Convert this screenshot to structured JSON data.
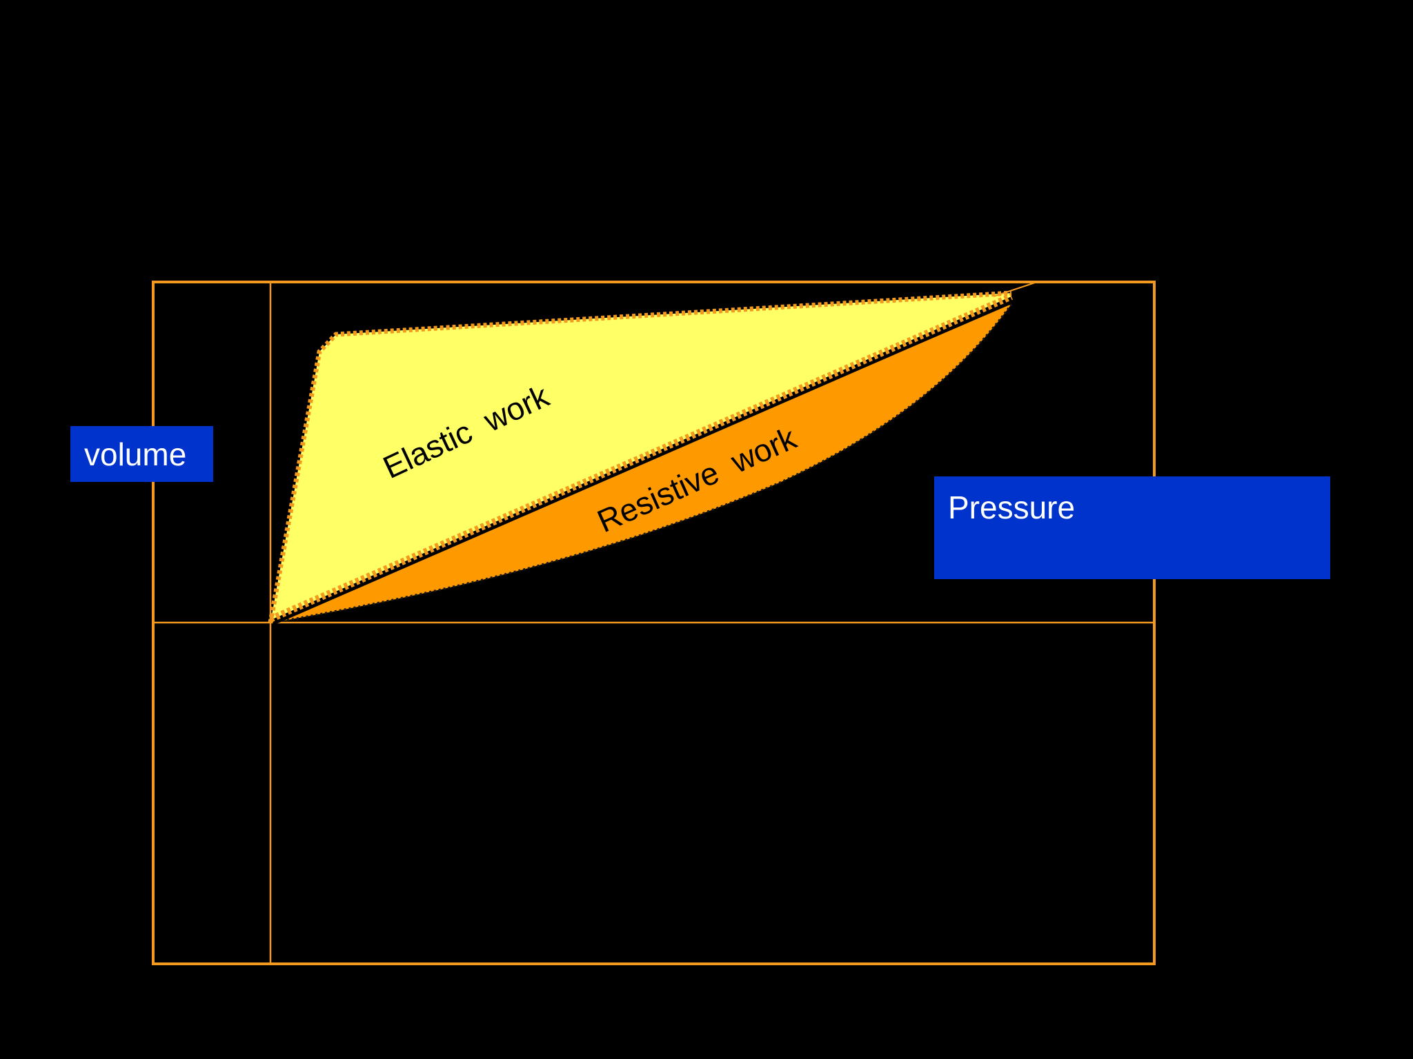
{
  "labels": {
    "volume": "volume",
    "pressure": "Pressure",
    "elastic_work": "Elastic  work",
    "resistive_work": "Resistive  work"
  },
  "colors": {
    "background": "#000000",
    "frame": "#f39a1e",
    "elastic_fill": "#ffff66",
    "resistive_fill": "#ff9900",
    "label_box": "#0033cc",
    "label_text": "#ffffff",
    "region_text": "#000000"
  }
}
